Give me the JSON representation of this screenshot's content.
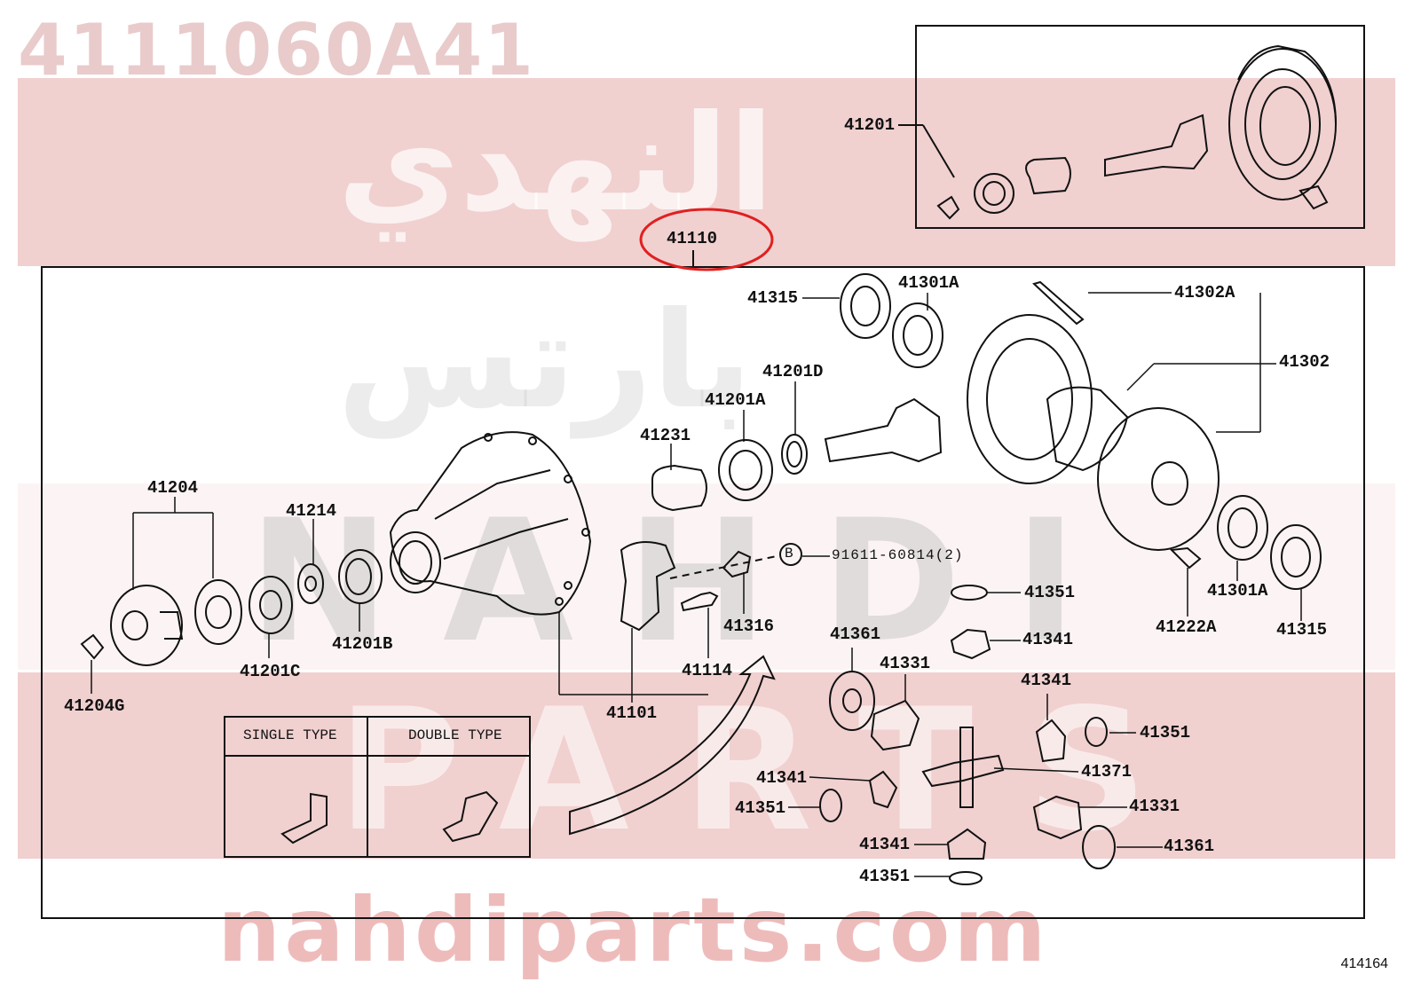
{
  "watermark": {
    "part_number": "4111060A41",
    "arabic_brand": "النهدي",
    "arabic_word": "بارتس",
    "latin_line1": "NAHDI",
    "latin_line2": "PARTS",
    "website": "nahdiparts.com"
  },
  "diagram": {
    "highlighted_part": "41110",
    "reference_code": "414164",
    "bolt_reference": "91611-60814(2)",
    "bolt_marker": "B",
    "legend": {
      "single_type": "SINGLE TYPE",
      "double_type": "DOUBLE TYPE"
    },
    "labels": {
      "l41201": "41201",
      "l41315a": "41315",
      "l41301Aa": "41301A",
      "l41302A": "41302A",
      "l41302": "41302",
      "l41201D": "41201D",
      "l41201A": "41201A",
      "l41231": "41231",
      "l41204": "41204",
      "l41214": "41214",
      "l41201C": "41201C",
      "l41201B": "41201B",
      "l41204G": "41204G",
      "l41316": "41316",
      "l41114": "41114",
      "l41101": "41101",
      "l41351a": "41351",
      "l41341a": "41341",
      "l41361a": "41361",
      "l41331a": "41331",
      "l41341b": "41341",
      "l41351b": "41351",
      "l41371": "41371",
      "l41341c": "41341",
      "l41351c": "41351",
      "l41331b": "41331",
      "l41341d": "41341",
      "l41361b": "41361",
      "l41351d": "41351",
      "l41222A": "41222A",
      "l41301Ab": "41301A",
      "l41315b": "41315"
    }
  },
  "colors": {
    "highlight": "#e02020",
    "ink": "#111111",
    "watermark_red": "#d67878"
  }
}
